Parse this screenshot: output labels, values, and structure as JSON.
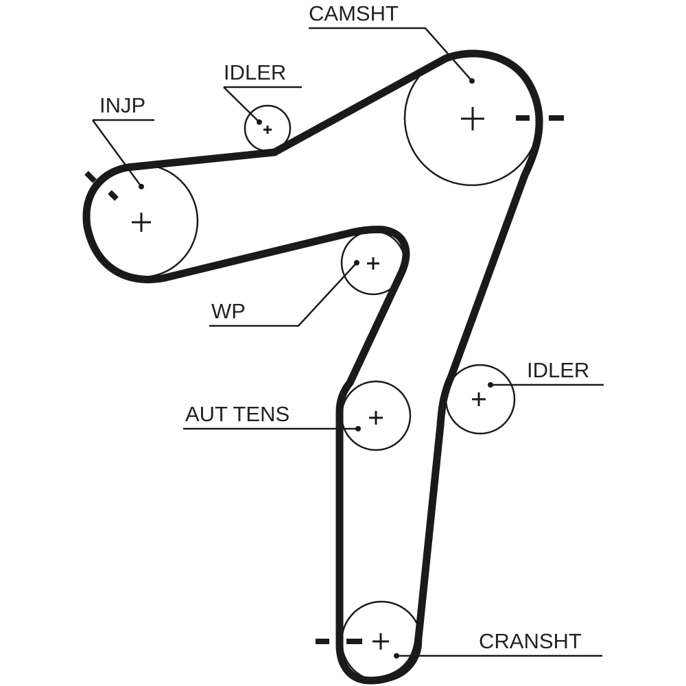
{
  "diagram": {
    "title": "Timing belt routing diagram",
    "colors": {
      "belt": "#1a1a1a",
      "line": "#1a1a1a",
      "text": "#222222",
      "background": "#ffffff"
    },
    "pulleys": [
      {
        "id": "camshaft",
        "label": "CAMSHT",
        "type": "camshaft"
      },
      {
        "id": "injection-pump",
        "label": "INJP",
        "type": "injection pump"
      },
      {
        "id": "idler-top",
        "label": "IDLER",
        "type": "idler"
      },
      {
        "id": "water-pump",
        "label": "WP",
        "type": "water pump"
      },
      {
        "id": "auto-tensioner",
        "label": "AUT TENS",
        "type": "automatic tensioner"
      },
      {
        "id": "idler-right",
        "label": "IDLER",
        "type": "idler"
      },
      {
        "id": "crankshaft",
        "label": "CRANSHT",
        "type": "crankshaft"
      }
    ],
    "timing_marks": [
      "camshaft",
      "injection-pump",
      "crankshaft"
    ]
  }
}
